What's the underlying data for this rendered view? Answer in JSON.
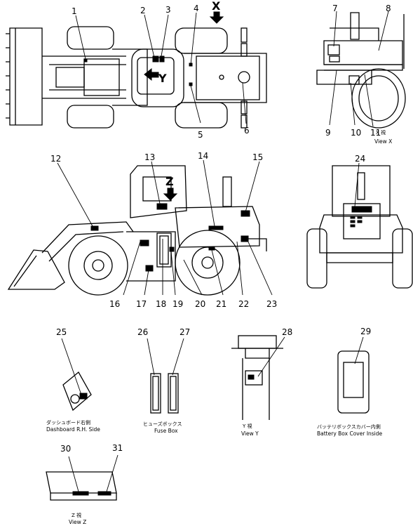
{
  "labels": {
    "n1": "1",
    "n2": "2",
    "n3": "3",
    "n4": "4",
    "n5": "5",
    "n6": "6",
    "n7": "7",
    "n8": "8",
    "n9": "9",
    "n10": "10",
    "n11": "11",
    "n12": "12",
    "n13": "13",
    "n14": "14",
    "n15": "15",
    "n16": "16",
    "n17": "17",
    "n18": "18",
    "n19": "19",
    "n20": "20",
    "n21": "21",
    "n22": "22",
    "n23": "23",
    "n24": "24",
    "n25": "25",
    "n26": "26",
    "n27": "27",
    "n28": "28",
    "n29": "29",
    "n30": "30",
    "n31": "31"
  },
  "view_markers": {
    "x": "X",
    "y": "Y",
    "z": "Z"
  },
  "captions": {
    "view_x_jp": "X    視",
    "view_x": "View  X",
    "dashboard_jp": "ダッシュボード右側",
    "dashboard": "Dashboard R.H. Side",
    "fuse_jp": "ヒューズボックス",
    "fuse": "Fuse Box",
    "view_y_jp": "Y    視",
    "view_y": "View  Y",
    "battery_jp": "バッテリボックスカバー内側",
    "battery": "Battery Box Cover Inside",
    "view_z_jp": "Z    視",
    "view_z": "View  Z"
  }
}
